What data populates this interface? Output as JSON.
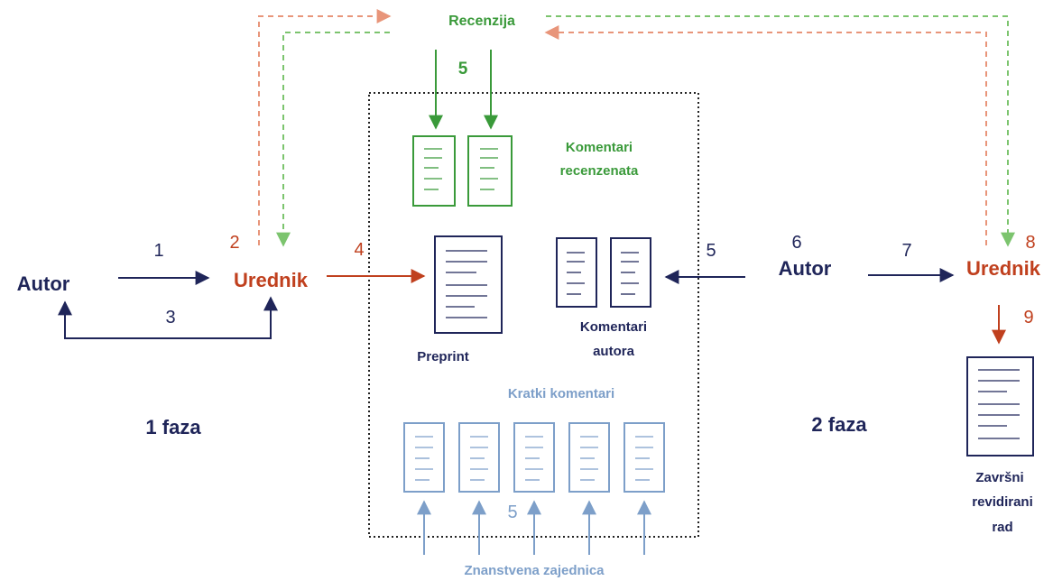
{
  "colors": {
    "navy": "#1f2559",
    "red": "#c0401e",
    "green": "#3a9a3a",
    "green_light": "#7cc46e",
    "salmon": "#e8957a",
    "blue_light": "#7d9fc9"
  },
  "phase1": {
    "author": "Autor",
    "editor": "Urednik",
    "step1": "1",
    "step2": "2",
    "step3": "3",
    "step4": "4",
    "phase_label": "1 faza"
  },
  "review": {
    "label": "Recenzija",
    "step": "5",
    "reviewer_comments_line1": "Komentari",
    "reviewer_comments_line2": "recenzenata"
  },
  "center": {
    "preprint": "Preprint",
    "author_comments_line1": "Komentari",
    "author_comments_line2": "autora",
    "short_comments": "Kratki komentari",
    "community_step": "5",
    "community": "Znanstvena zajednica"
  },
  "phase2": {
    "step5": "5",
    "step6": "6",
    "author": "Autor",
    "step7": "7",
    "step8": "8",
    "editor": "Urednik",
    "step9": "9",
    "final_line1": "Završni",
    "final_line2": "revidirani",
    "final_line3": "rad",
    "phase_label": "2 faza"
  },
  "icons": [
    "document-icon",
    "arrow-icon"
  ]
}
